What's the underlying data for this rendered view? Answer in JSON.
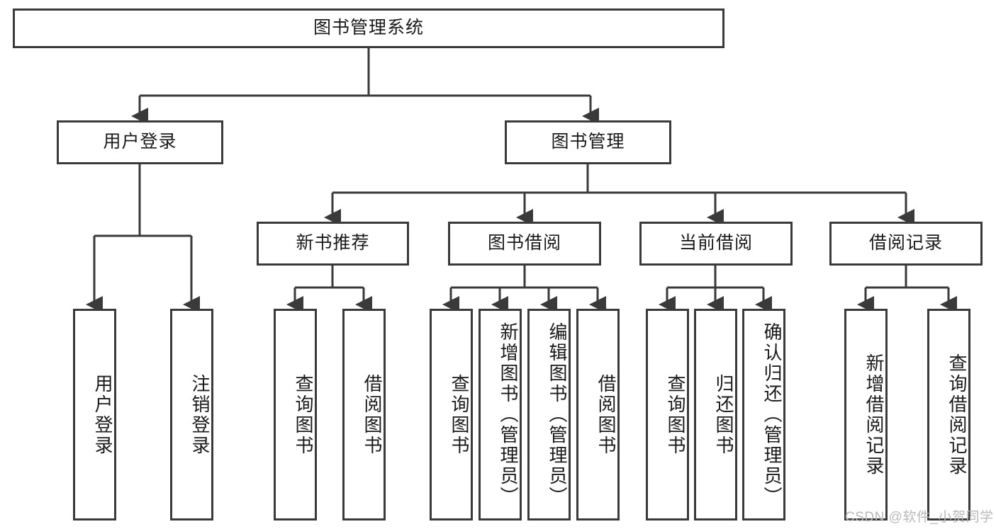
{
  "diagram": {
    "title": "图书管理系统",
    "watermark": "CSDN @软件_小贺同学",
    "colors": {
      "stroke": "#3a3a3a",
      "background": "#ffffff",
      "text": "#1a1a1a",
      "watermark": "#b9b9b9"
    }
  },
  "root": {
    "label": "图书管理系统"
  },
  "level2": [
    {
      "label": "用户登录"
    },
    {
      "label": "图书管理"
    }
  ],
  "level3": [
    {
      "label": "新书推荐"
    },
    {
      "label": "图书借阅"
    },
    {
      "label": "当前借阅"
    },
    {
      "label": "借阅记录"
    }
  ],
  "leaves": {
    "user_login": [
      {
        "label": "用户登录"
      },
      {
        "label": "注销登录"
      }
    ],
    "new_book_recommend": [
      {
        "label": "查询图书"
      },
      {
        "label": "借阅图书"
      }
    ],
    "book_borrow": [
      {
        "label": "查询图书"
      },
      {
        "label": "新增图书（管理员）"
      },
      {
        "label": "编辑图书（管理员）"
      },
      {
        "label": "借阅图书"
      }
    ],
    "current_borrow": [
      {
        "label": "查询图书"
      },
      {
        "label": "归还图书"
      },
      {
        "label": "确认归还（管理员）"
      }
    ],
    "borrow_record": [
      {
        "label": "新增借阅记录"
      },
      {
        "label": "查询借阅记录"
      }
    ]
  }
}
